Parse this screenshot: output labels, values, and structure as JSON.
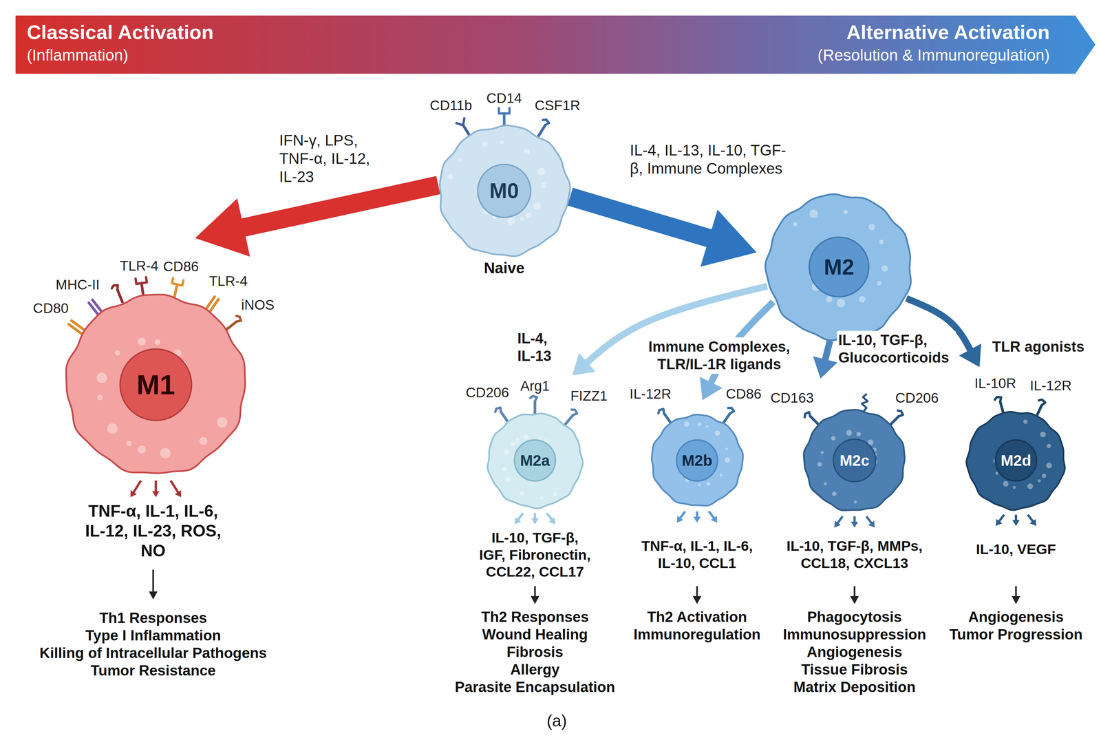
{
  "diagram": {
    "caption": "(a)",
    "nodes": [
      {
        "text": [
          "Classical Activation",
          "(Inflammation)",
          "Alternative Activation",
          "(Resolution & Immunoregulation)"
        ]
      },
      {
        "text": [
          "M0",
          "Naive"
        ]
      },
      {
        "text": [
          "M1"
        ]
      },
      {
        "text": [
          "M2"
        ]
      },
      {
        "text": [
          "M2a"
        ]
      },
      {
        "text": [
          "M2b"
        ]
      },
      {
        "text": [
          "M2c"
        ]
      },
      {
        "text": [
          "M2d"
        ]
      }
    ],
    "edges": [
      {
        "from": 1,
        "to": 2,
        "arrow": "to",
        "label": "IFN-γ, LPS, TNF-α, IL-12, IL-23"
      },
      {
        "from": 1,
        "to": 3,
        "arrow": "to",
        "label": "IL-4, IL-13, IL-10, TGF-β, Immune Complexes"
      },
      {
        "from": 3,
        "to": 4,
        "arrow": "to",
        "label": "IL-4, IL-13"
      },
      {
        "from": 3,
        "to": 5,
        "arrow": "to",
        "label": "Immune Complexes, TLR/IL-1R ligands"
      },
      {
        "from": 3,
        "to": 6,
        "arrow": "to",
        "label": "IL-10, TGF-β, Glucocorticoids"
      },
      {
        "from": 3,
        "to": 7,
        "arrow": "to",
        "label": "TLR agonists"
      }
    ],
    "labels": [
      "CD11b",
      "CD14",
      "CSF1R",
      "MHC-II",
      "TLR-4",
      "CD86",
      "TLR-4",
      "CD80",
      "iNOS",
      "TNF-α, IL-1, IL-6, IL-12, IL-23, ROS, NO",
      "Th1 Responses",
      "Type I Inflammation",
      "Killing of Intracellular Pathogens",
      "Tumor Resistance",
      "CD206",
      "Arg1",
      "FIZZ1",
      "IL-10, TGF-β, IGF, Fibronectin, CCL22, CCL17",
      "Th2 Responses",
      "Wound Healing",
      "Fibrosis",
      "Allergy",
      "Parasite Encapsulation",
      "IL-12R",
      "CD86",
      "TNF-α, IL-1, IL-6, IL-10, CCL1",
      "Th2 Activation",
      "Immunoregulation",
      "CD163",
      "CD206",
      "IL-10, TGF-β, MMPs, CCL18, CXCL13",
      "Phagocytosis",
      "Immunosuppression",
      "Angiogenesis",
      "Tissue Fibrosis",
      "Matrix Deposition",
      "IL-10R",
      "IL-12R",
      "IL-10, VEGF",
      "Angiogenesis",
      "Tumor Progression"
    ]
  }
}
